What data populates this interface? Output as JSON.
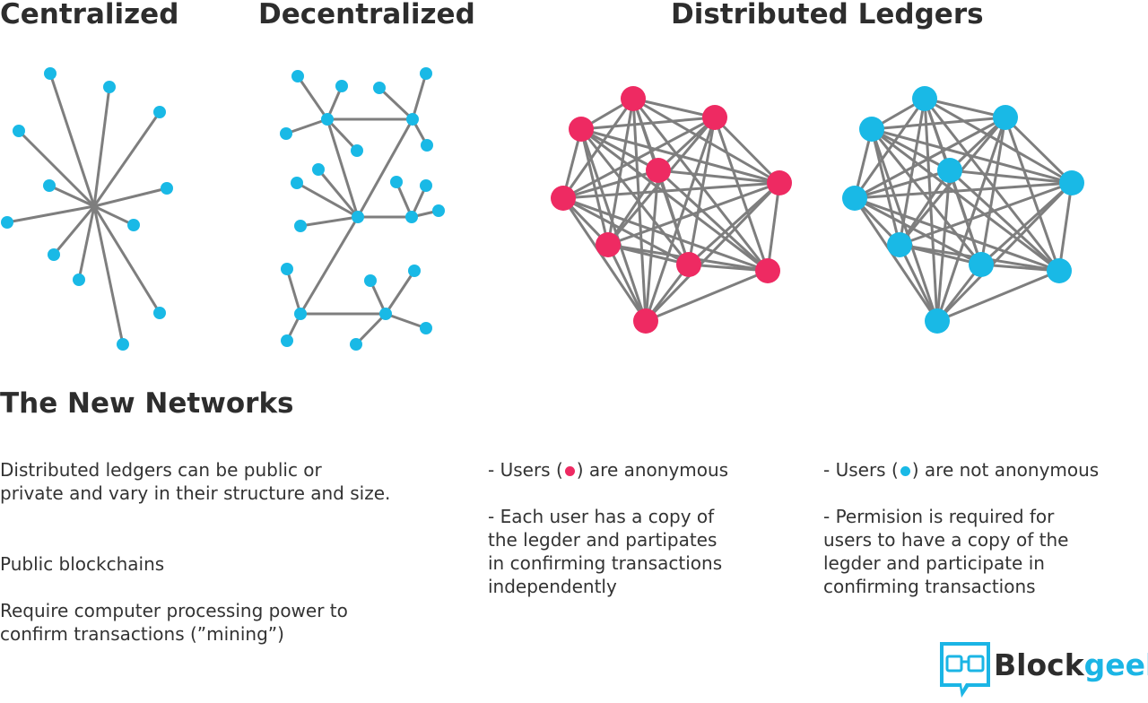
{
  "titles": {
    "centralized": "Centralized",
    "decentralized": "Decentralized",
    "distributed": "Distributed Ledgers"
  },
  "section": {
    "heading": "The New Networks",
    "intro_line1": "Distributed ledgers can be public or",
    "intro_line2": "private and vary in their structure and size.",
    "public_label": "Public blockchains",
    "public_desc_line1": "Require computer processing power to",
    "public_desc_line2": "confirm transactions (”mining”)"
  },
  "public_ledger": {
    "users_prefix": "- Users (",
    "users_suffix": ") are anonymous",
    "copy_line1": "- Each user has a copy of",
    "copy_line2": "the legder and partipates",
    "copy_line3": "in confirming transactions",
    "copy_line4": "independently"
  },
  "private_ledger": {
    "users_prefix": "- Users (",
    "users_suffix": ") are  not anonymous",
    "perm_line1": "- Permision is required for",
    "perm_line2": "users to have a copy of the",
    "perm_line3": "legder and participate in",
    "perm_line4": "confirming transactions"
  },
  "brand": {
    "name_dark": "Block",
    "name_accent": "geeks",
    "logo_icon": "glasses-speech-bubble-icon"
  },
  "colors": {
    "node_blue": "#19b9e6",
    "node_pink": "#ee2a62",
    "edge_gray": "#7e7e7e",
    "brand_blue": "#1bb5e5",
    "text_dark": "#2d2d2d"
  }
}
